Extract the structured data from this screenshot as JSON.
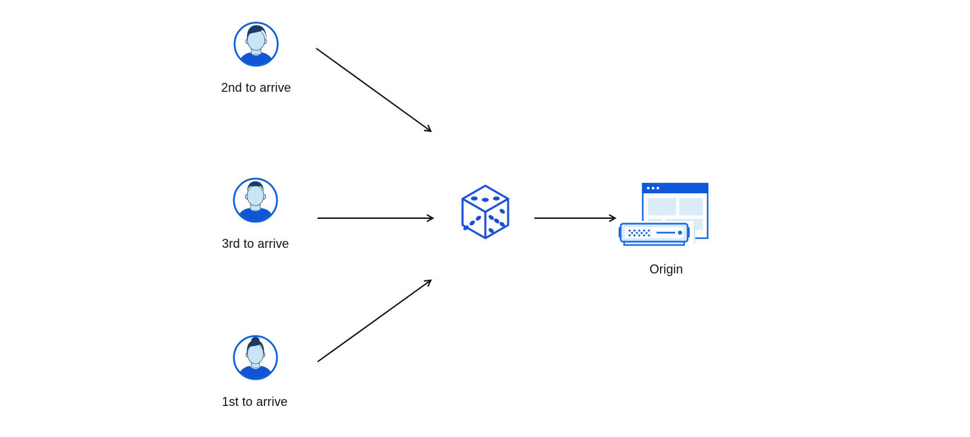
{
  "diagram": {
    "clients": [
      {
        "label": "2nd to arrive",
        "icon": "user-avatar-male-swoop-icon"
      },
      {
        "label": "3rd to arrive",
        "icon": "user-avatar-male-short-icon"
      },
      {
        "label": "1st to arrive",
        "icon": "user-avatar-female-bun-icon"
      }
    ],
    "randomizer": {
      "icon": "dice-icon"
    },
    "origin": {
      "label": "Origin",
      "icon": "origin-server-icon"
    },
    "colors": {
      "accent_blue": "#1155d9",
      "dice_blue": "#1a50d8",
      "dark_navy_hair": "#1b3a66",
      "light_blue_fill": "#c9e4f4",
      "panel_light_blue": "#d9ecf7",
      "browser_header_blue": "#1058da",
      "arrow_black": "#111111"
    }
  }
}
